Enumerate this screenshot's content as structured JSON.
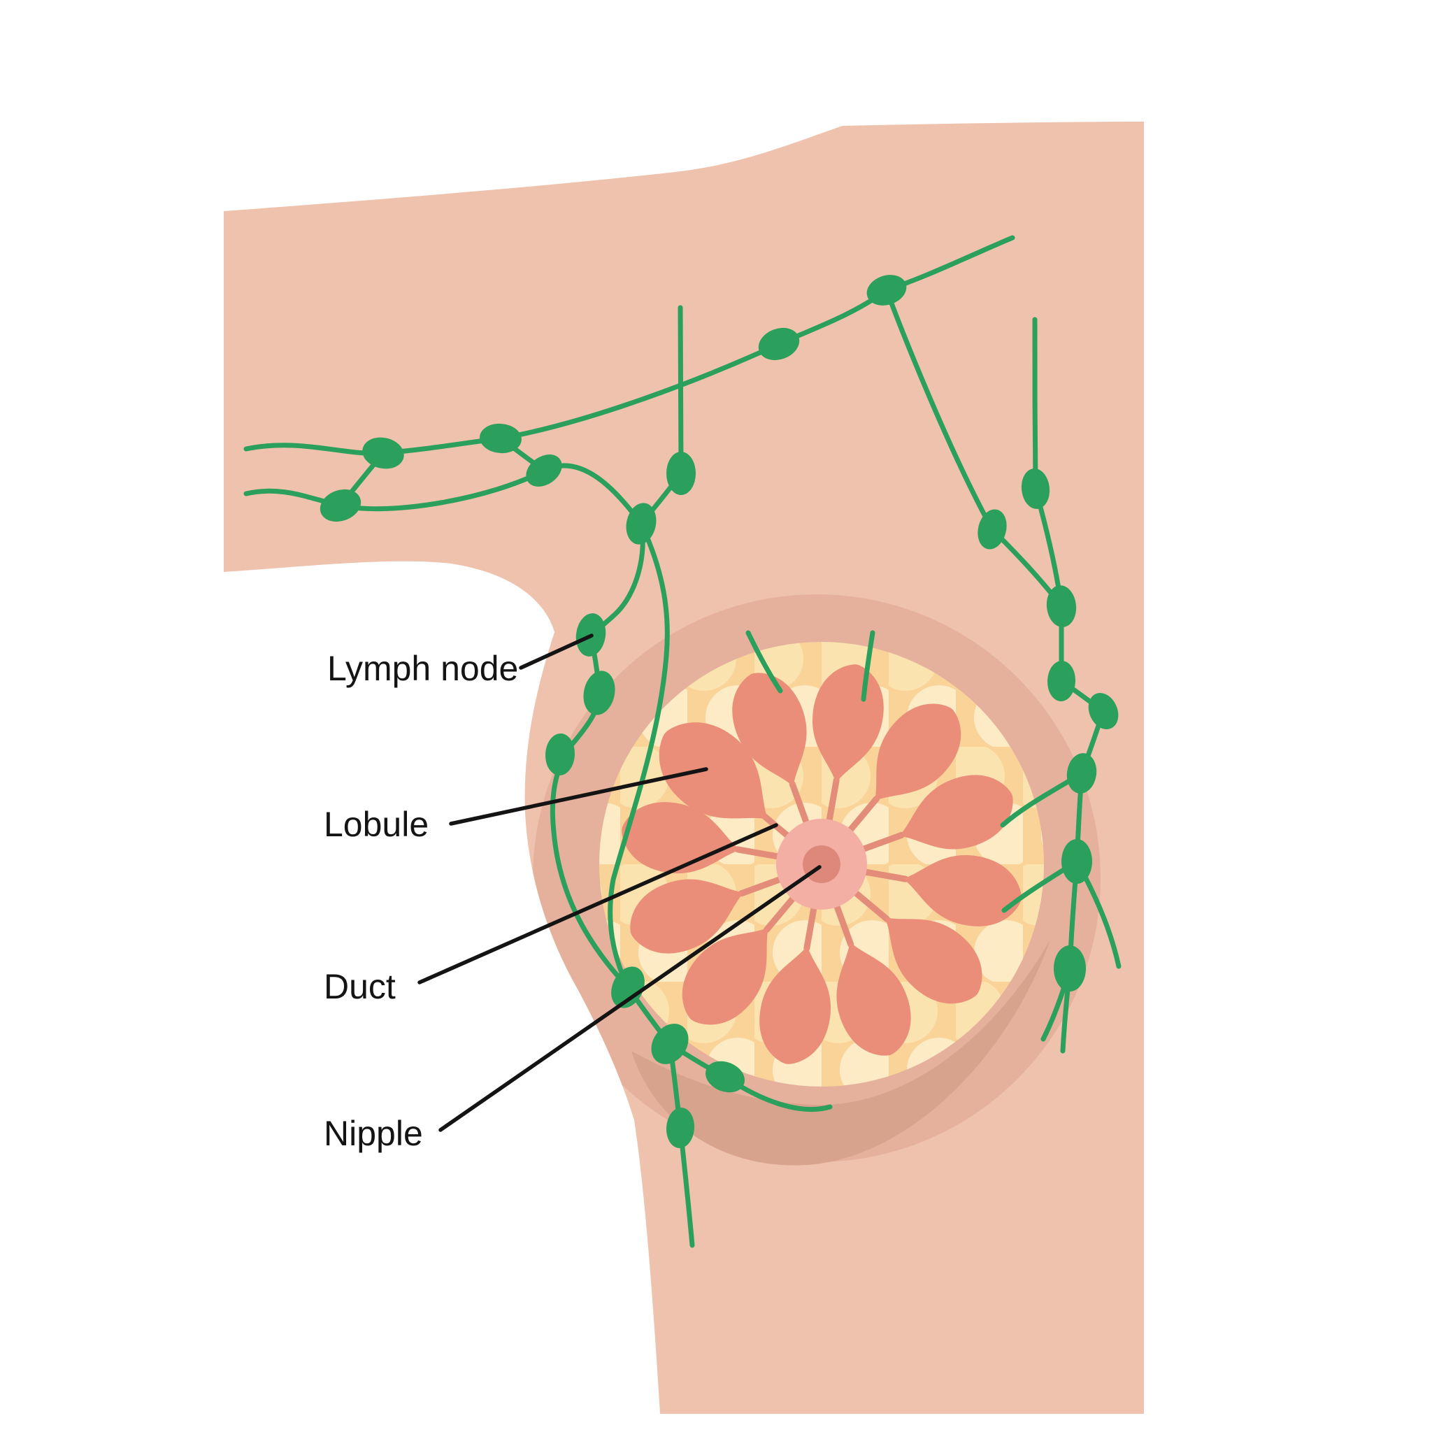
{
  "figure": {
    "type": "medical-illustration",
    "description": "Female breast anatomy diagram with lymph node chains, lobules, ducts and nipple",
    "labels": {
      "lymph_node": "Lymph node",
      "lobule": "Lobule",
      "duct": "Duct",
      "nipple": "Nipple"
    }
  },
  "colors": {
    "background": "#ffffff",
    "skin": "#EFC2AD",
    "breast_mound": "#E5B19C",
    "underbreast_shadow": "#D8A38D",
    "fat_base": "#F9D398",
    "fat_dot_light": "#FBE3B0",
    "fat_dot_lighter": "#FCEBC4",
    "lobule": "#EA8E7A",
    "duct": "#E38C79",
    "areola": "#F4AFA5",
    "nipple": "#DE887B",
    "lymph": "#2AA05C",
    "label_text": "#141414",
    "leader_line": "#141414"
  }
}
